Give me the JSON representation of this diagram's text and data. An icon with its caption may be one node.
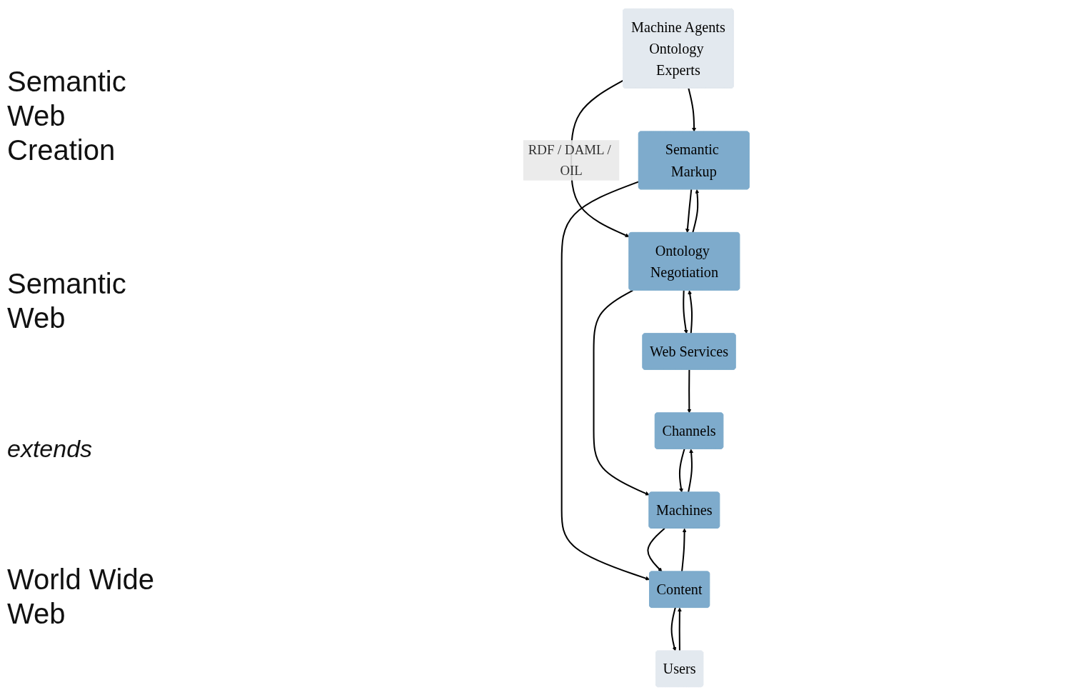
{
  "diagram": {
    "nodes": [
      {
        "text": [
          "Machine Agents",
          "Ontology Experts"
        ]
      },
      {
        "text": [
          "Semantic Markup"
        ]
      },
      {
        "text": [
          "Ontology Negotiation"
        ]
      },
      {
        "text": [
          "Web Services"
        ]
      },
      {
        "text": [
          "Users"
        ]
      },
      {
        "text": [
          "Content"
        ]
      },
      {
        "text": [
          "Machines"
        ]
      },
      {
        "text": [
          "Channels"
        ]
      }
    ],
    "edges": [
      {
        "from": 0,
        "to": 1,
        "arrow": "to"
      },
      {
        "from": 0,
        "to": 2,
        "arrow": "to",
        "label": "RDF / DAML / OIL"
      },
      {
        "from": 1,
        "to": 2,
        "arrow": "to"
      },
      {
        "from": 2,
        "to": 1,
        "arrow": "to"
      },
      {
        "from": 2,
        "to": 3,
        "arrow": "to"
      },
      {
        "from": 3,
        "to": 2,
        "arrow": "to"
      },
      {
        "from": 1,
        "to": 5,
        "arrow": "to"
      },
      {
        "from": 2,
        "to": 6,
        "arrow": "to"
      },
      {
        "from": 3,
        "to": 7,
        "arrow": "to"
      },
      {
        "from": 4,
        "to": 5,
        "arrow": "to"
      },
      {
        "from": 5,
        "to": 4,
        "arrow": "to"
      },
      {
        "from": 5,
        "to": 6,
        "arrow": "to"
      },
      {
        "from": 6,
        "to": 5,
        "arrow": "to"
      },
      {
        "from": 6,
        "to": 7,
        "arrow": "to"
      },
      {
        "from": 7,
        "to": 6,
        "arrow": "to"
      }
    ],
    "labels": [
      "Semantic Web Creation",
      "Semantic Web",
      "extends",
      "World Wide Web"
    ]
  }
}
